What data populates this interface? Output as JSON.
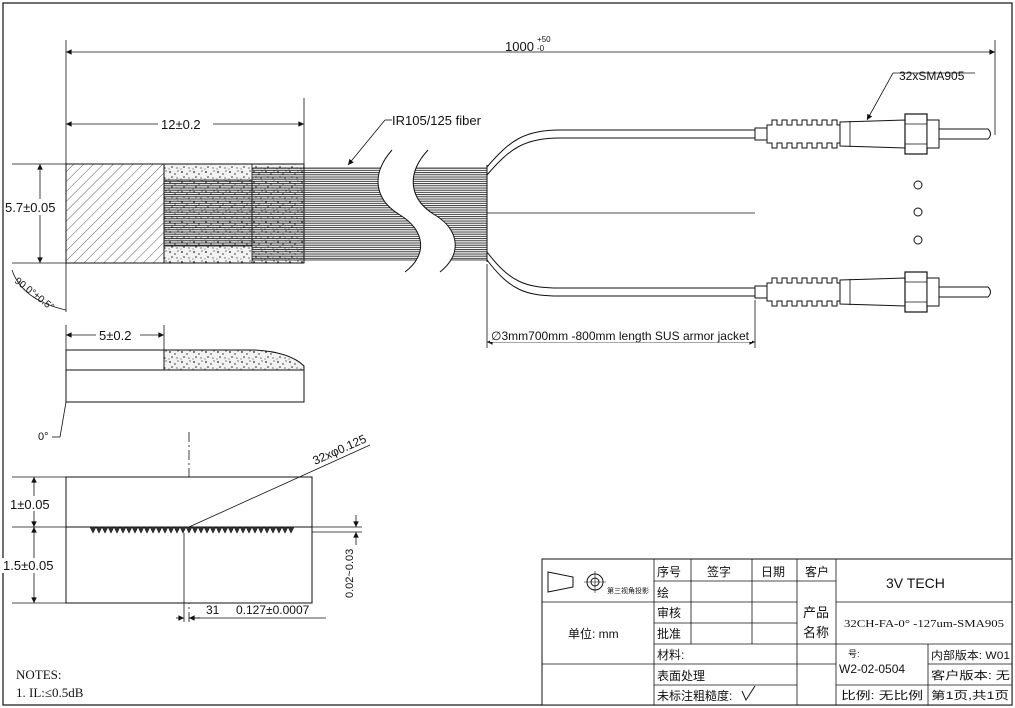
{
  "dimensions": {
    "total_length": "1000",
    "total_tol_upper": "+50",
    "total_tol_lower": "-0",
    "array_length": "12±0.2",
    "array_height": "5.7±0.05",
    "polish_angle": "90.0°±0.5°",
    "lid_length": "5±0.2",
    "side_angle": "0°",
    "pitch_callout": "32xφ0.125",
    "top_thickness": "1±0.05",
    "base_thickness": "1.5±0.05",
    "groove_depth": "0.02~0.03",
    "channel_count": "31",
    "pitch": "0.127±0.0007"
  },
  "labels": {
    "fiber": "IR105/125 fiber",
    "connector": "32xSMA905",
    "jacket": "∅3mm700mm -800mm length SUS armor jacket"
  },
  "notes": {
    "title": "NOTES:",
    "items": [
      "1. IL:≤0.5dB"
    ]
  },
  "title_block": {
    "projection": "第三视角投影",
    "col_index": "序号",
    "col_sign": "签字",
    "col_date": "日期",
    "col_customer": "客户",
    "company": "3V TECH",
    "draw": "绘",
    "review": "审核",
    "approve": "批准",
    "unit": "单位: mm",
    "product_name_1": "产品",
    "product_name_2": "名称",
    "product_name": "32CH-FA-0° -127um-SMA905",
    "material": "材料:",
    "surface": "表面处理",
    "roughness": "未标注粗糙度:",
    "drawing_no_label": "号:",
    "drawing_no": "W2-02-0504",
    "internal_version": "内部版本: W01",
    "customer_version": "客户版本: 无",
    "scale": "比例: 无比例",
    "page": "第1页,共1页"
  }
}
